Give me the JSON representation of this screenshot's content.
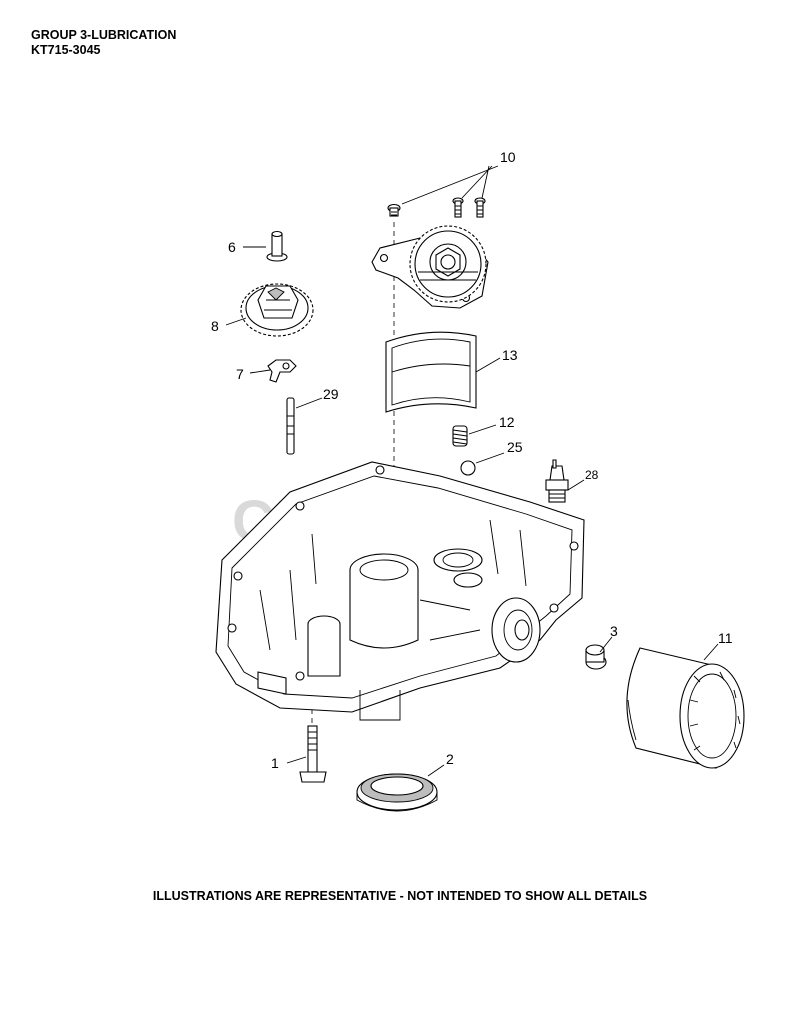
{
  "header": {
    "title": "GROUP 3-LUBRICATION",
    "model": "KT715-3045"
  },
  "watermark": "CUTTERS",
  "footer": "ILLUSTRATIONS ARE REPRESENTATIVE - NOT INTENDED TO SHOW ALL DETAILS",
  "callouts": [
    "10",
    "6",
    "8",
    "13",
    "7",
    "29",
    "12",
    "25",
    "28",
    "3",
    "11",
    "1",
    "2"
  ]
}
